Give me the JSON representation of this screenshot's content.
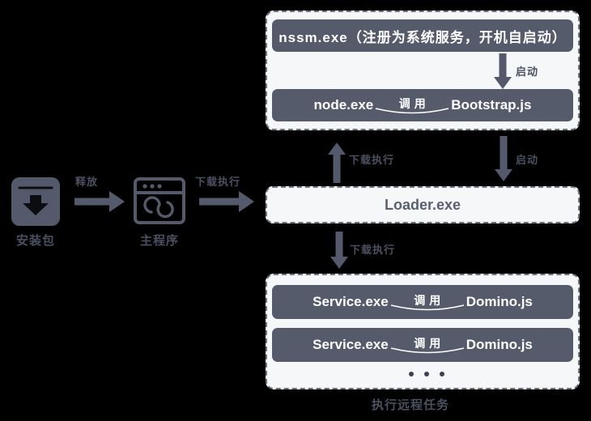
{
  "diagram": {
    "title": "",
    "colors": {
      "background": "#000000",
      "panel_fill": "#f6f7f9",
      "panel_border": "#6e7382",
      "bar_fill": "#565b6c",
      "bar_text": "#ffffff",
      "accent_text": "#4a5060",
      "arrow": "#545a6b"
    },
    "left_flow": {
      "nodes": [
        {
          "icon": "package-download-icon",
          "caption": "安装包"
        },
        {
          "icon": "browser-window-infinity-icon",
          "caption": "主程序"
        }
      ],
      "arrows": [
        {
          "label": "释放",
          "direction": "right"
        },
        {
          "label": "下载执行",
          "direction": "right"
        }
      ]
    },
    "service_panel": {
      "bars": [
        {
          "text": "nssm.exe（注册为系统服务，开机自启动）",
          "kind": "single"
        },
        {
          "left": "node.exe",
          "link": "调用",
          "right": "Bootstrap.js",
          "kind": "relation"
        }
      ],
      "inner_arrow": {
        "label": "启动",
        "direction": "down"
      }
    },
    "connectors": {
      "start_down": {
        "label": "启动",
        "direction": "down"
      },
      "download_up": {
        "label": "下载执行",
        "direction": "up"
      },
      "download_down": {
        "label": "下载执行",
        "direction": "down"
      }
    },
    "loader": {
      "label": "Loader.exe"
    },
    "task_panel": {
      "bars": [
        {
          "left": "Service.exe",
          "link": "调用",
          "right": "Domino.js",
          "kind": "relation"
        },
        {
          "left": "Service.exe",
          "link": "调用",
          "right": "Domino.js",
          "kind": "relation"
        }
      ],
      "ellipsis": "• • •",
      "caption": "执行远程任务"
    }
  }
}
